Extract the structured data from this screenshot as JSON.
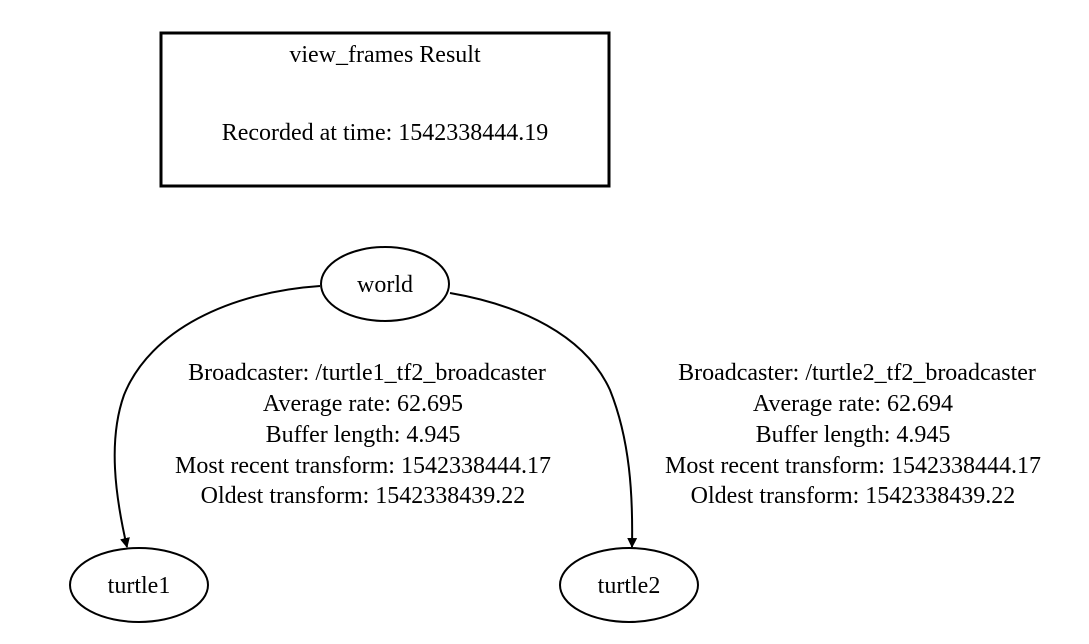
{
  "header": {
    "title": "view_frames Result",
    "recorded": "Recorded at time: 1542338444.19"
  },
  "nodes": {
    "world": "world",
    "turtle1": "turtle1",
    "turtle2": "turtle2"
  },
  "edges": [
    {
      "from": "world",
      "to": "turtle1",
      "lines": [
        "Broadcaster: /turtle1_tf2_broadcaster",
        "Average rate: 62.695",
        "Buffer length: 4.945",
        "Most recent transform: 1542338444.17",
        "Oldest transform: 1542338439.22"
      ]
    },
    {
      "from": "world",
      "to": "turtle2",
      "lines": [
        "Broadcaster: /turtle2_tf2_broadcaster",
        "Average rate: 62.694",
        "Buffer length: 4.945",
        "Most recent transform: 1542338444.17",
        "Oldest transform: 1542338439.22"
      ]
    }
  ]
}
